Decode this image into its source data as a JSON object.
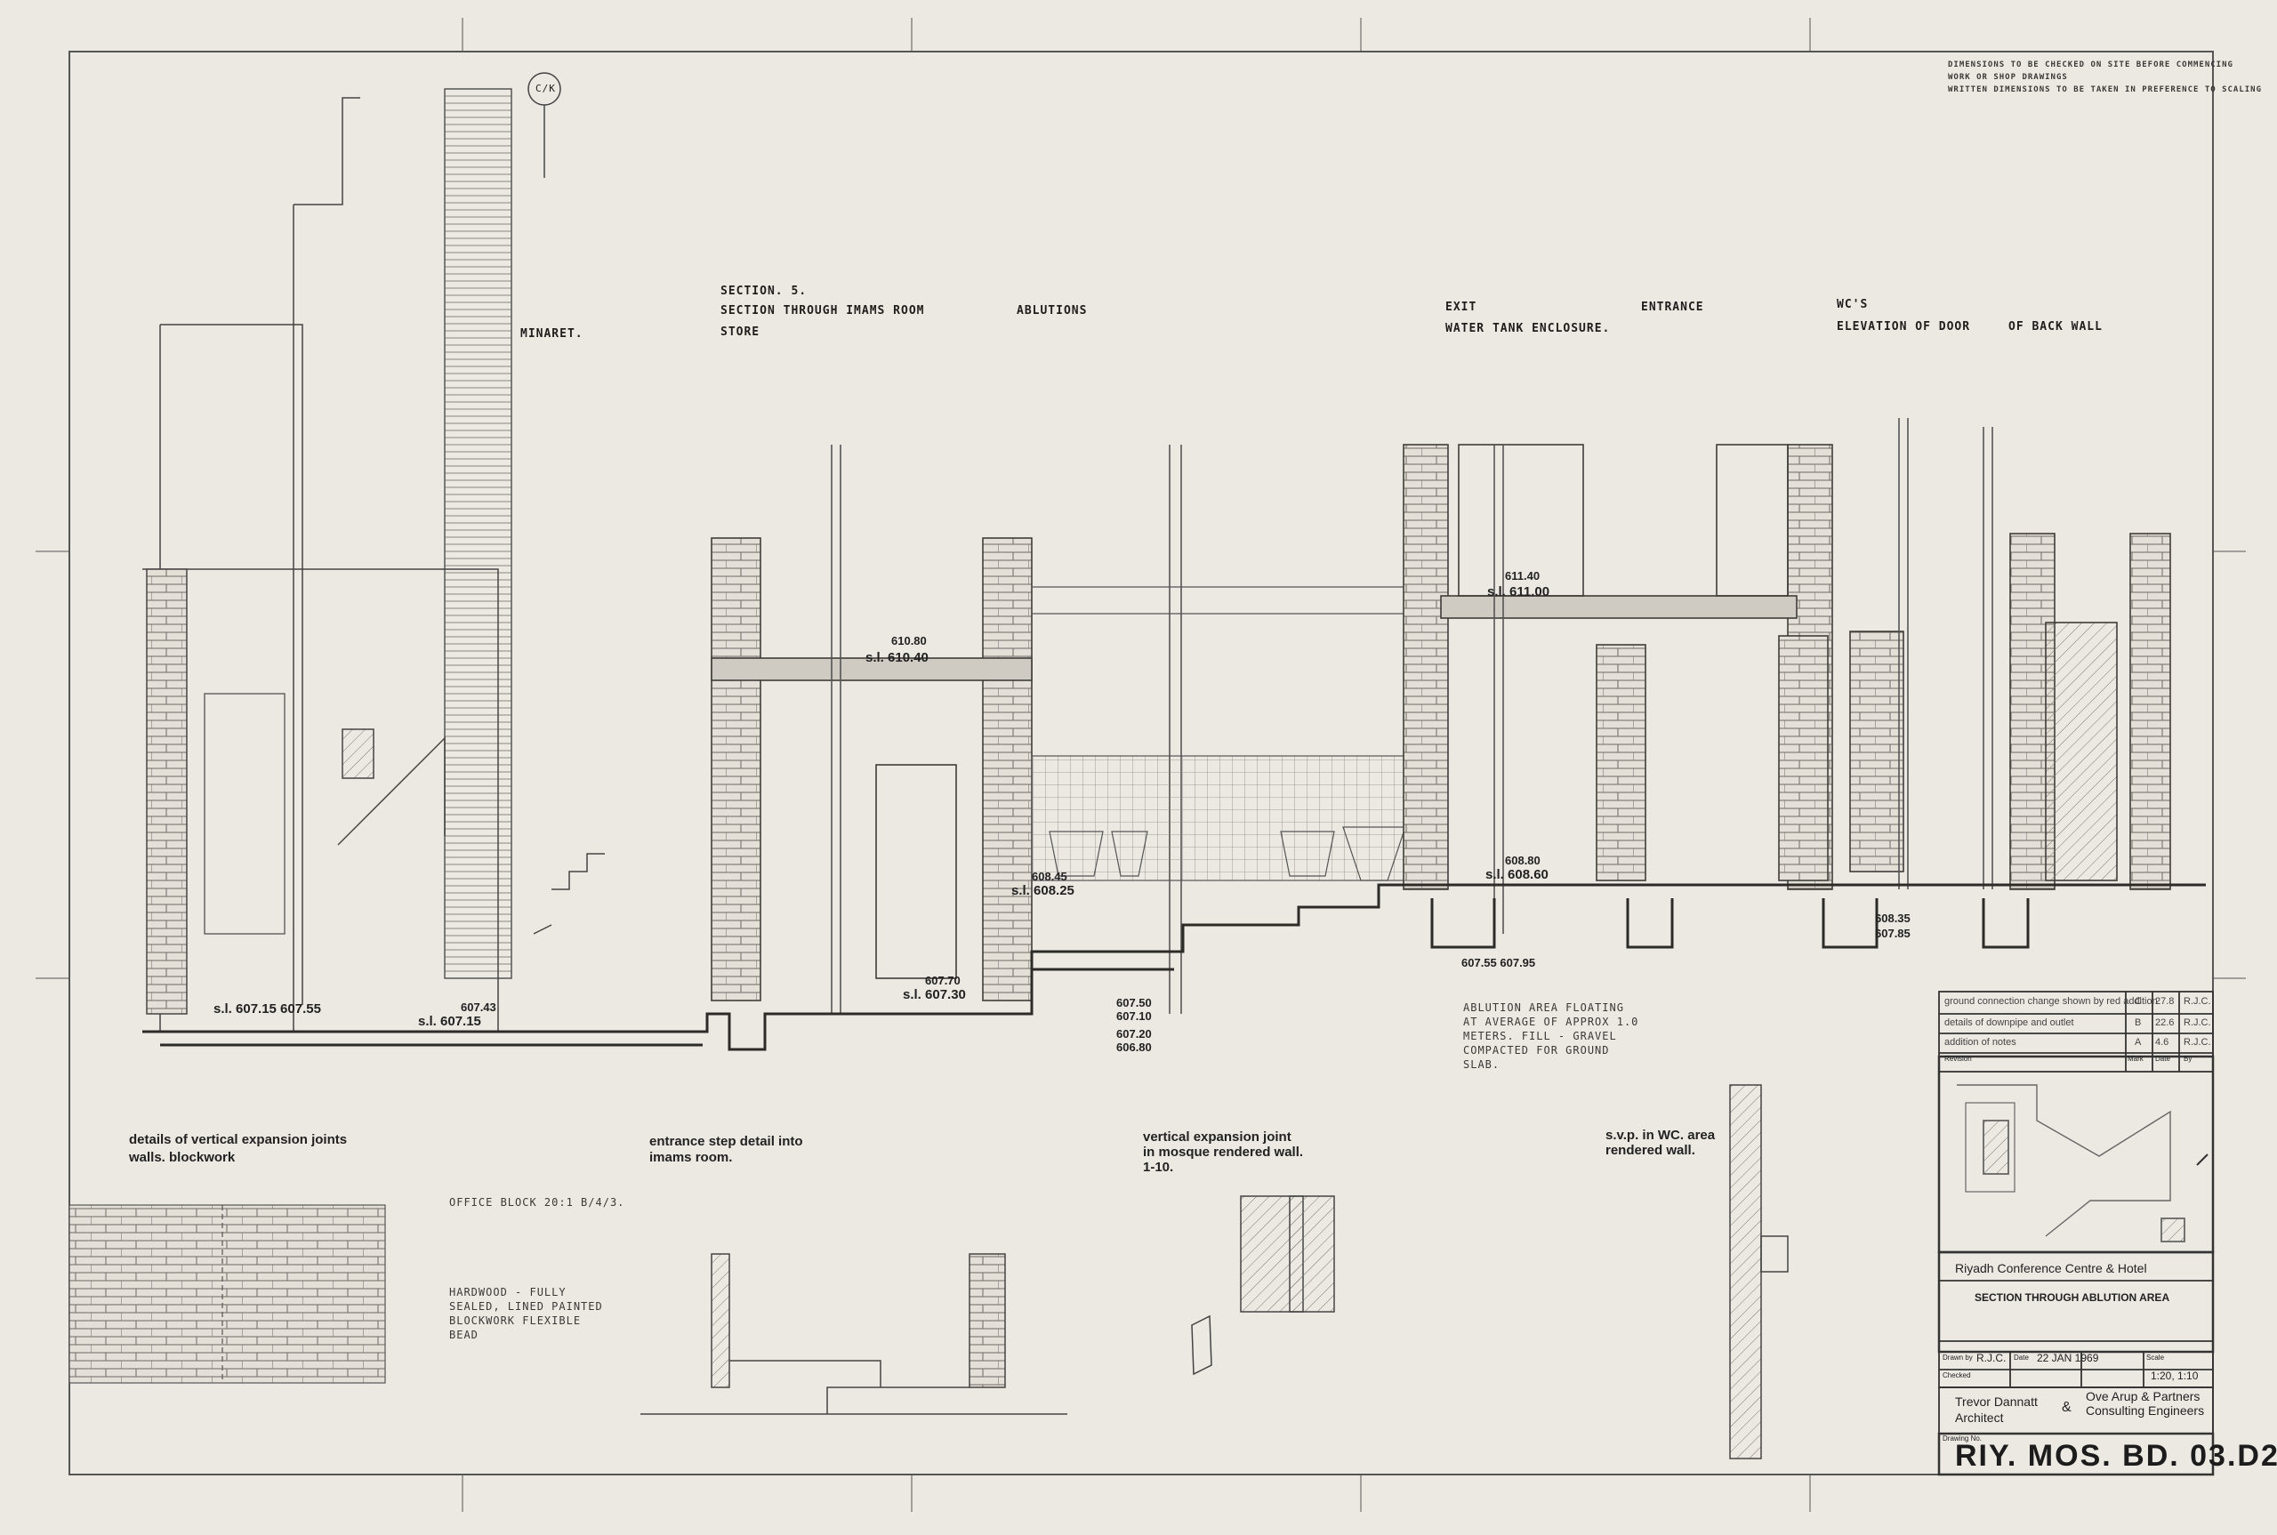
{
  "sheet_note": {
    "line1": "DIMENSIONS TO BE CHECKED ON SITE BEFORE COMMENCING",
    "line2": "WORK OR SHOP DRAWINGS",
    "line3": "WRITTEN DIMENSIONS TO BE TAKEN IN PREFERENCE TO SCALING"
  },
  "gridline_bubble": "C/K",
  "headings": {
    "minaret": "MINARET.",
    "section_no": "section. 5.",
    "section_imams": "SECTION THROUGH IMAMS ROOM",
    "store": "STORE",
    "ablutions": "ABLUTIONS",
    "exit": "EXIT",
    "water_tank": "WATER TANK ENCLOSURE.",
    "entrance": "ENTRANCE",
    "wcs": "WC's",
    "elevation_door": "ELEVATION OF DOOR",
    "back_wall": "OF BACK WALL"
  },
  "levels": {
    "l61040": "611.40",
    "l61100": "s.l. 611.00",
    "l61080": "610.80",
    "l61040b": "s.l. 610.40",
    "l60880": "608.80",
    "l60860": "s.l. 608.60",
    "l60845": "608.45",
    "l60825": "s.l. 608.25",
    "l60835": "608.35",
    "l60785": "607.85",
    "l60755": "607.55  607.95",
    "l60715": "s.l. 607.15  607.55",
    "l60743": "607.43",
    "l60715b": "s.l. 607.15",
    "l60770": "607.70",
    "l60730": "s.l. 607.30",
    "l60750": "607.50",
    "l60710": "607.10",
    "l60720": "607.20",
    "l60680": "606.80"
  },
  "details": {
    "d1": "details of vertical expansion joints",
    "d1b": "walls. blockwork",
    "d2": "entrance step detail into",
    "d2b": "imams room.",
    "d3": "vertical expansion joint",
    "d3b": "in mosque rendered wall.",
    "d3c": "1-10.",
    "d4": "s.v.p. in WC. area",
    "d4b": "rendered wall."
  },
  "notes": {
    "n_office": "OFFICE BLOCK 20:1 B/4/3.",
    "n_fill": "HARDWOOD - FULLY SEALED, LINED PAINTED BLOCKWORK FLEXIBLE BEAD",
    "n_ablution": "ABLUTION AREA FLOATING AT AVERAGE OF APPROX 1.0 METERS. FILL - GRAVEL COMPACTED FOR GROUND SLAB."
  },
  "revisions": {
    "rows": [
      {
        "text": "ground connection change shown by red addition",
        "ref": "C",
        "date": "27.8",
        "by": "R.J.C."
      },
      {
        "text": "details of downpipe and outlet",
        "ref": "B",
        "date": "22.6",
        "by": "R.J.C."
      },
      {
        "text": "addition of notes",
        "ref": "A",
        "date": "4.6",
        "by": "R.J.C."
      }
    ],
    "hdr_revision": "Revision",
    "hdr_mark": "Mark",
    "hdr_date": "Date",
    "hdr_by": "By"
  },
  "title_block": {
    "project": "Riyadh Conference Centre & Hotel",
    "title": "SECTION THROUGH ABLUTION AREA",
    "drawn_label": "Drawn by",
    "drawn": "R.J.C.",
    "date_label": "Date",
    "date": "22 JAN 1969",
    "scale_label": "Scale",
    "scale": "1:20, 1:10",
    "checked_label": "Checked",
    "architect": "Trevor Dannatt",
    "architect_role": "Architect",
    "amp": "&",
    "engineer": "Ove Arup & Partners",
    "engineer_role": "Consulting Engineers",
    "drawing_label": "Drawing No.",
    "drawing_no": "RIY. MOS. BD. 03.D2."
  }
}
